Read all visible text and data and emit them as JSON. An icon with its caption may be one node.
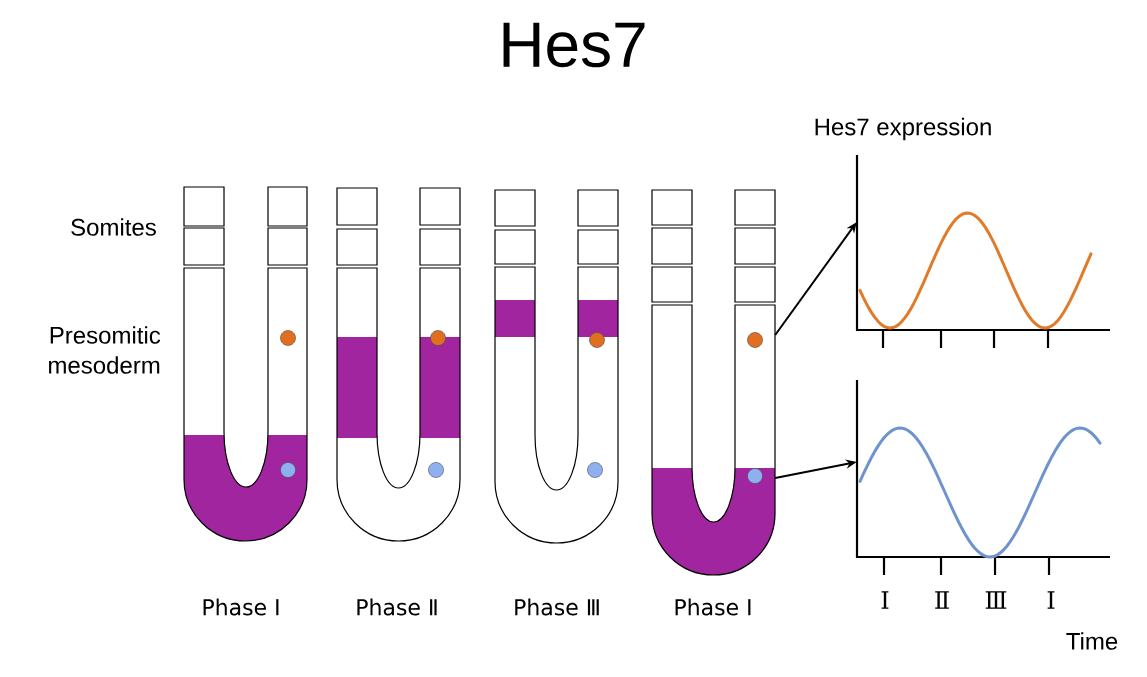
{
  "diagram": {
    "title": "Hes7",
    "nodes": [
      {
        "text": [],
        "shape": "picture"
      },
      {
        "text": [],
        "shape": "picture"
      },
      {
        "text": [],
        "shape": "picture"
      },
      {
        "text": [],
        "shape": "picture"
      },
      {
        "text": [],
        "shape": "picture"
      },
      {
        "text": [],
        "shape": "picture"
      }
    ],
    "edges": [
      {
        "from": 3,
        "to": 4,
        "arrow": "to"
      },
      {
        "from": 3,
        "to": 5,
        "arrow": "to"
      }
    ],
    "labels": [
      "Hes7 expression",
      "Somites",
      "Presomitic mesoderm",
      "Phase Ⅰ",
      "Phase Ⅱ",
      "Phase Ⅲ",
      "Phase Ⅰ",
      "Ⅰ",
      "Ⅱ",
      "Ⅲ",
      "Ⅰ",
      "Time"
    ]
  }
}
